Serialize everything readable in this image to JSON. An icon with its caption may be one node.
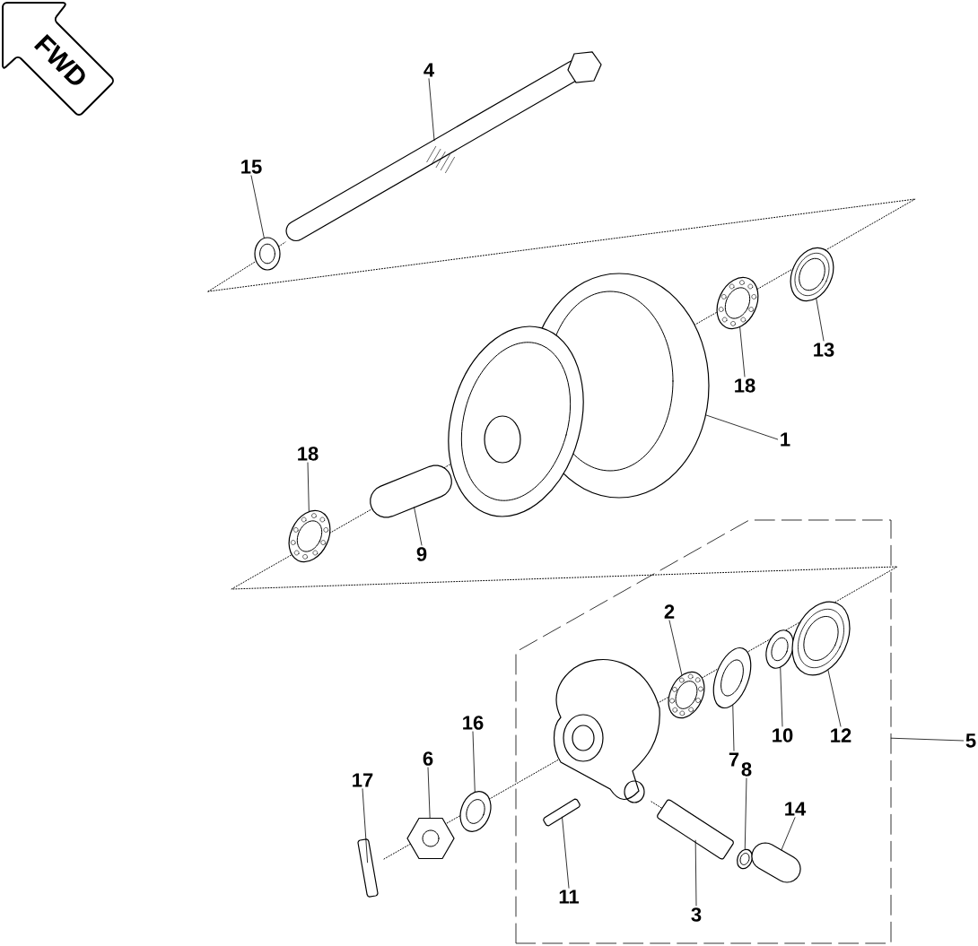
{
  "diagram": {
    "nodes": [
      {
        "text": [
          "FWD"
        ]
      },
      {
        "text": [
          "4"
        ]
      },
      {
        "text": [
          "15"
        ]
      },
      {
        "text": [
          "18"
        ]
      },
      {
        "text": [
          "13"
        ]
      },
      {
        "text": [
          "1"
        ]
      },
      {
        "text": [
          "18"
        ]
      },
      {
        "text": [
          "9"
        ]
      },
      {
        "text": [
          "2"
        ],
        "in": 31
      },
      {
        "text": [
          "7"
        ],
        "in": 31
      },
      {
        "text": [
          "10"
        ],
        "in": 31
      },
      {
        "text": [
          "12"
        ],
        "in": 31
      },
      {
        "text": [
          "5"
        ]
      },
      {
        "text": [
          "16"
        ]
      },
      {
        "text": [
          "6"
        ]
      },
      {
        "text": [
          "17"
        ]
      },
      {
        "text": [
          "11"
        ],
        "in": 31
      },
      {
        "text": [
          "3"
        ],
        "in": 31
      },
      {
        "text": [
          "8"
        ],
        "in": 31
      },
      {
        "text": [
          "14"
        ],
        "in": 31
      },
      {
        "text": [],
        "shape": "picture"
      },
      {
        "text": [],
        "shape": "picture"
      },
      {
        "text": [],
        "shape": "picture"
      },
      {
        "text": [],
        "shape": "picture"
      },
      {
        "text": [],
        "shape": "picture"
      },
      {
        "text": [],
        "shape": "picture"
      },
      {
        "text": [],
        "shape": "picture"
      },
      {
        "text": [],
        "shape": "picture",
        "in": 31
      },
      {
        "text": [],
        "shape": "picture",
        "in": 31
      },
      {
        "text": [],
        "shape": "picture",
        "in": 31
      },
      {
        "text": [],
        "shape": "picture",
        "in": 31
      },
      {
        "text": [],
        "shape": "box"
      },
      {
        "text": [],
        "shape": "picture"
      },
      {
        "text": [],
        "shape": "picture"
      },
      {
        "text": [],
        "shape": "picture"
      },
      {
        "text": [],
        "shape": "picture",
        "in": 31
      },
      {
        "text": [],
        "shape": "picture",
        "in": 31
      },
      {
        "text": [],
        "shape": "picture",
        "in": 31
      },
      {
        "text": [],
        "shape": "picture",
        "in": 31
      }
    ],
    "edges": [
      {
        "from": 1,
        "to": 20,
        "arrow": "none"
      },
      {
        "from": 2,
        "to": 21,
        "arrow": "none"
      },
      {
        "from": 3,
        "to": 22,
        "arrow": "none"
      },
      {
        "from": 4,
        "to": 23,
        "arrow": "none"
      },
      {
        "from": 5,
        "to": 24,
        "arrow": "none"
      },
      {
        "from": 6,
        "to": 25,
        "arrow": "none"
      },
      {
        "from": 7,
        "to": 26,
        "arrow": "none"
      },
      {
        "from": 8,
        "to": 27,
        "arrow": "none"
      },
      {
        "from": 9,
        "to": 28,
        "arrow": "none"
      },
      {
        "from": 10,
        "to": 29,
        "arrow": "none"
      },
      {
        "from": 11,
        "to": 30,
        "arrow": "none"
      },
      {
        "from": 12,
        "to": 31,
        "arrow": "none"
      },
      {
        "from": 13,
        "to": 32,
        "arrow": "none"
      },
      {
        "from": 14,
        "to": 33,
        "arrow": "none"
      },
      {
        "from": 15,
        "to": 34,
        "arrow": "none"
      },
      {
        "from": 16,
        "to": 35,
        "arrow": "none"
      },
      {
        "from": 17,
        "to": 36,
        "arrow": "none"
      },
      {
        "from": 18,
        "to": 37,
        "arrow": "none"
      },
      {
        "from": 19,
        "to": 38,
        "arrow": "none"
      }
    ]
  }
}
